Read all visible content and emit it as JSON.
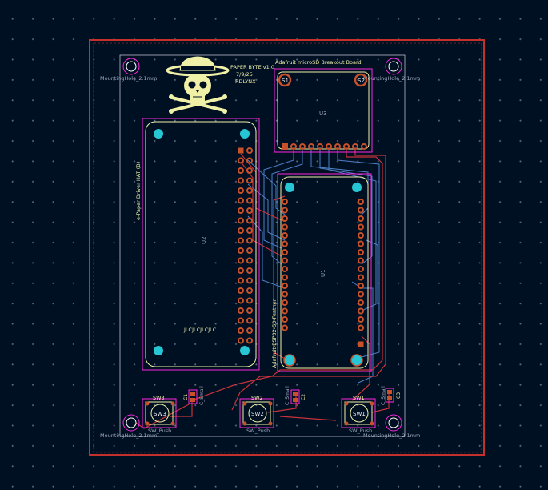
{
  "board": {
    "title": "PAPER BYTE v1.0",
    "date": "7/9/25",
    "author": "RDLYNX",
    "outline_color": "#c4302b",
    "silk_color": "#f1f0a7",
    "courtyard_color": "#ff26e2",
    "pad_color": "#c8512a",
    "via_color": "#27c6d4",
    "trace_front_color": "#c8323a",
    "trace_back_color": "#4d7fc4",
    "hole_color": "#ffffff"
  },
  "mounting_holes": [
    {
      "ref": "MountingHole_2.1mm"
    },
    {
      "ref": "MountingHole_2.1mm"
    },
    {
      "ref": "MountingHole_2.1mm"
    },
    {
      "ref": "MountingHole_2.1mm"
    }
  ],
  "modules": {
    "sd": {
      "title": "Adafruit microSD Breakout Board",
      "ref": "U3",
      "pad1": "S1",
      "pad2": "S2"
    },
    "epaper": {
      "title": "e-Paper Driver HAT (B)",
      "ref": "U2",
      "footer": "JLCJLCJLCJLC"
    },
    "feather": {
      "title": "Adafruit-ESP32-S3-Feather",
      "ref": "U1"
    }
  },
  "switches": [
    {
      "ref": "SW3",
      "value": "SW_Push",
      "pad": "SW3"
    },
    {
      "ref": "SW2",
      "value": "SW_Push",
      "pad": "SW2"
    },
    {
      "ref": "SW1",
      "value": "SW_Push",
      "pad": "SW1"
    }
  ],
  "capacitors": [
    {
      "ref": "C1",
      "value": "C_Small"
    },
    {
      "ref": "C2",
      "value": "C_Small"
    },
    {
      "ref": "C3",
      "value": "C_Small"
    }
  ],
  "icons": {
    "logo": "straw-hat-skull-logo"
  }
}
